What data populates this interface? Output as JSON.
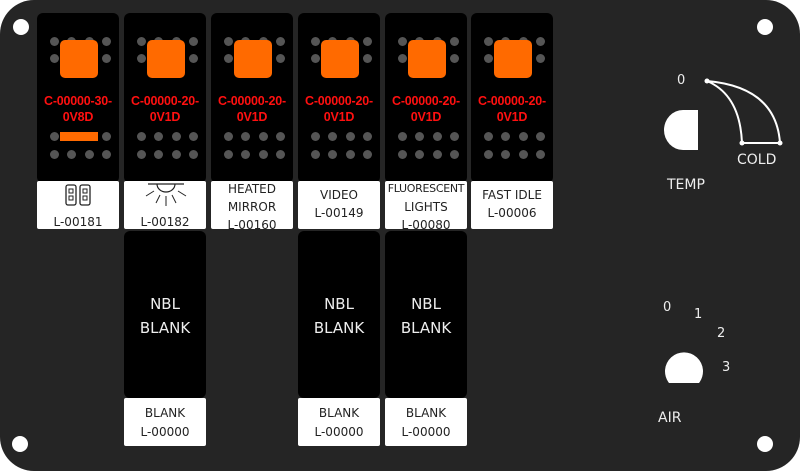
{
  "panel": {
    "background": "#252525",
    "accent": "#ff6a00",
    "code_color": "#ff1010"
  },
  "switches": [
    {
      "code_line1": "C-00000-30-",
      "code_line2": "0V8D",
      "indicator_bar": true,
      "label_icon": "dual-outlet-icon",
      "label_lines": [],
      "label_part": "L-00181"
    },
    {
      "code_line1": "C-00000-20-",
      "code_line2": "0V1D",
      "indicator_bar": false,
      "label_icon": "sun-light-icon",
      "label_lines": [],
      "label_part": "L-00182"
    },
    {
      "code_line1": "C-00000-20-",
      "code_line2": "0V1D",
      "indicator_bar": false,
      "label_icon": "",
      "label_lines": [
        "HEATED",
        "MIRROR"
      ],
      "label_part": "L-00160"
    },
    {
      "code_line1": "C-00000-20-",
      "code_line2": "0V1D",
      "indicator_bar": false,
      "label_icon": "",
      "label_lines": [
        "VIDEO"
      ],
      "label_part": "L-00149"
    },
    {
      "code_line1": "C-00000-20-",
      "code_line2": "0V1D",
      "indicator_bar": false,
      "label_icon": "",
      "label_lines": [
        "FLUORESCENT",
        "LIGHTS"
      ],
      "label_part": "L-00080"
    },
    {
      "code_line1": "C-00000-20-",
      "code_line2": "0V1D",
      "indicator_bar": false,
      "label_icon": "",
      "label_lines": [
        "FAST IDLE"
      ],
      "label_part": "L-00006"
    }
  ],
  "blanks": [
    {
      "title_line1": "NBL",
      "title_line2": "BLANK",
      "label_line1": "BLANK",
      "label_part": "L-00000"
    },
    {
      "title_line1": "NBL",
      "title_line2": "BLANK",
      "label_line1": "BLANK",
      "label_part": "L-00000"
    },
    {
      "title_line1": "NBL",
      "title_line2": "BLANK",
      "label_line1": "BLANK",
      "label_part": "L-00000"
    }
  ],
  "temp_control": {
    "label": "TEMP",
    "zero_label": "0",
    "cold_label": "COLD"
  },
  "air_control": {
    "label": "AIR",
    "positions": [
      "0",
      "1",
      "2",
      "3"
    ]
  }
}
